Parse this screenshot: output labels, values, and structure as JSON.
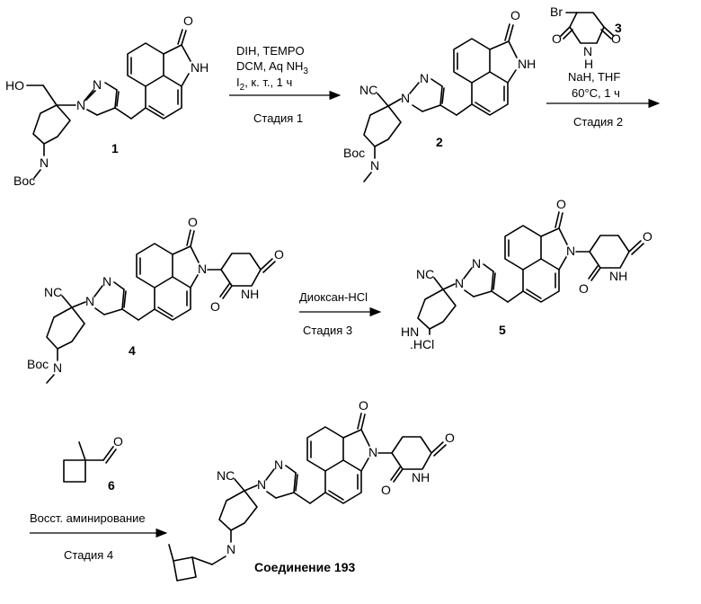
{
  "scheme": {
    "atoms": {
      "ho": "HO",
      "n": "N",
      "nh": "NH",
      "o": "O",
      "boc": "Boc",
      "nc": "NC",
      "br": "Br",
      "hn": "HN",
      "hcl": ".HCl",
      "h": "H"
    },
    "compound_numbers": {
      "c1": "1",
      "c2": "2",
      "c3": "3",
      "c4": "4",
      "c5": "5",
      "c6": "6"
    },
    "steps": [
      {
        "line1": "DIH, TEMPO",
        "line2": "DCM, Aq NH",
        "line2_sub": "3",
        "line3_pre": "I",
        "line3_sub": "2",
        "line3_post": ", к. т., 1 ч",
        "label": "Стадия 1"
      },
      {
        "line1": "NaH, THF",
        "line2": "60°C, 1 ч",
        "label": "Стадия 2"
      },
      {
        "line1": "Диоксан-HCl",
        "label": "Стадия 3"
      },
      {
        "line1": "Восст. аминирование",
        "label": "Стадия 4"
      }
    ],
    "product_label": "Соединение 193"
  }
}
